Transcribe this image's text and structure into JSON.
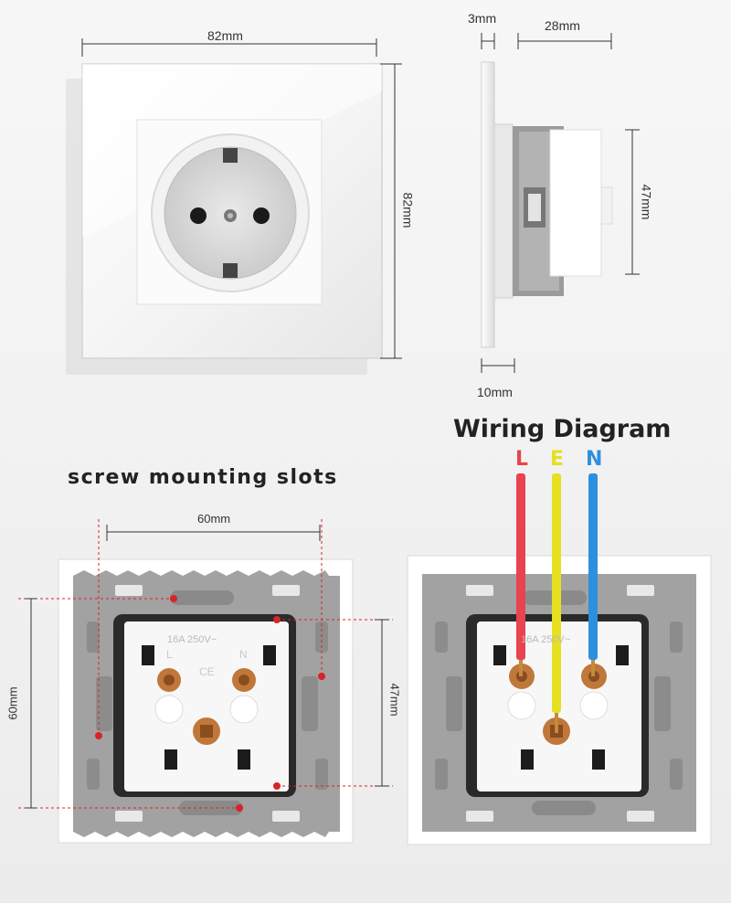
{
  "front_view": {
    "width_label": "82mm",
    "height_label": "82mm"
  },
  "side_view": {
    "frame_thickness_label": "3mm",
    "depth_label": "28mm",
    "body_height_label": "47mm",
    "base_label": "10mm"
  },
  "mounting": {
    "title": "screw mounting slots",
    "horizontal_label": "60mm",
    "vertical_label": "60mm",
    "body_label": "47mm",
    "rating_text": "16A 250V~",
    "l_mark": "L",
    "n_mark": "N",
    "ce_mark": "CE"
  },
  "wiring": {
    "title": "Wiring Diagram",
    "wires": [
      {
        "label": "L",
        "color": "#e8434f"
      },
      {
        "label": "E",
        "color": "#e6e021"
      },
      {
        "label": "N",
        "color": "#2e8fe0"
      }
    ],
    "rating_text": "16A 250V~"
  },
  "colors": {
    "dimension_red": "#d8232a",
    "bracket_gray": "#9a9a9a",
    "brass": "#c0773a"
  }
}
